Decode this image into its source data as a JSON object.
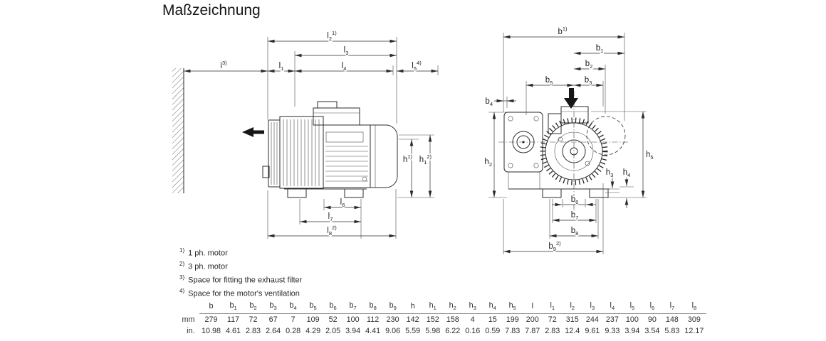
{
  "title": "Maßzeichnung",
  "footnotes": [
    {
      "marker": "1)",
      "text": "1 ph. motor"
    },
    {
      "marker": "2)",
      "text": "3 ph. motor"
    },
    {
      "marker": "3)",
      "text": "Space for fitting the exhaust filter"
    },
    {
      "marker": "4)",
      "text": "Space for the motor's ventilation"
    }
  ],
  "dims": {
    "l2": {
      "base": "l",
      "sub": "2",
      "sup": "1)"
    },
    "l3": {
      "base": "l",
      "sub": "3"
    },
    "l": {
      "base": "l",
      "sup": "3)"
    },
    "l1": {
      "base": "l",
      "sub": "1"
    },
    "l4": {
      "base": "l",
      "sub": "4"
    },
    "l5": {
      "base": "l",
      "sub": "5",
      "sup": "4)"
    },
    "h": {
      "base": "h",
      "sup": "1)"
    },
    "h1": {
      "base": "h",
      "sub": "1",
      "sup": "2)"
    },
    "l6": {
      "base": "l",
      "sub": "6"
    },
    "l7": {
      "base": "l",
      "sub": "7"
    },
    "l8": {
      "base": "l",
      "sub": "8",
      "sup": "2)"
    },
    "b": {
      "base": "b",
      "sup": "1)"
    },
    "b1": {
      "base": "b",
      "sub": "1"
    },
    "b2": {
      "base": "b",
      "sub": "2"
    },
    "b3": {
      "base": "b",
      "sub": "3"
    },
    "b4": {
      "base": "b",
      "sub": "4"
    },
    "b5": {
      "base": "b",
      "sub": "5"
    },
    "b6": {
      "base": "b",
      "sub": "6"
    },
    "b7": {
      "base": "b",
      "sub": "7"
    },
    "b8": {
      "base": "b",
      "sub": "8"
    },
    "b9": {
      "base": "b",
      "sub": "9",
      "sup": "2)"
    },
    "h2": {
      "base": "h",
      "sub": "2"
    },
    "h3": {
      "base": "h",
      "sub": "3"
    },
    "h4": {
      "base": "h",
      "sub": "4"
    },
    "h5": {
      "base": "h",
      "sub": "5"
    }
  },
  "table": {
    "unit_labels": [
      "mm",
      "in."
    ],
    "columns": [
      {
        "base": "b",
        "sub": ""
      },
      {
        "base": "b",
        "sub": "1"
      },
      {
        "base": "b",
        "sub": "2"
      },
      {
        "base": "b",
        "sub": "3"
      },
      {
        "base": "b",
        "sub": "4"
      },
      {
        "base": "b",
        "sub": "5"
      },
      {
        "base": "b",
        "sub": "6"
      },
      {
        "base": "b",
        "sub": "7"
      },
      {
        "base": "b",
        "sub": "8"
      },
      {
        "base": "b",
        "sub": "9"
      },
      {
        "base": "h",
        "sub": ""
      },
      {
        "base": "h",
        "sub": "1"
      },
      {
        "base": "h",
        "sub": "2"
      },
      {
        "base": "h",
        "sub": "3"
      },
      {
        "base": "h",
        "sub": "4"
      },
      {
        "base": "h",
        "sub": "5"
      },
      {
        "base": "l",
        "sub": ""
      },
      {
        "base": "l",
        "sub": "1"
      },
      {
        "base": "l",
        "sub": "2"
      },
      {
        "base": "l",
        "sub": "3"
      },
      {
        "base": "l",
        "sub": "4"
      },
      {
        "base": "l",
        "sub": "5"
      },
      {
        "base": "l",
        "sub": "6"
      },
      {
        "base": "l",
        "sub": "7"
      },
      {
        "base": "l",
        "sub": "8"
      }
    ],
    "mm": [
      279,
      117,
      72,
      67,
      7,
      109,
      52,
      100,
      112,
      230,
      142,
      152,
      158,
      4,
      15,
      199,
      200,
      72,
      315,
      244,
      237,
      100,
      90,
      148,
      309
    ],
    "in": [
      10.98,
      4.61,
      2.83,
      2.64,
      0.28,
      4.29,
      2.05,
      3.94,
      4.41,
      9.06,
      5.59,
      5.98,
      6.22,
      0.16,
      0.59,
      7.83,
      7.87,
      2.83,
      12.4,
      9.61,
      9.33,
      3.94,
      3.54,
      5.83,
      12.17
    ]
  }
}
